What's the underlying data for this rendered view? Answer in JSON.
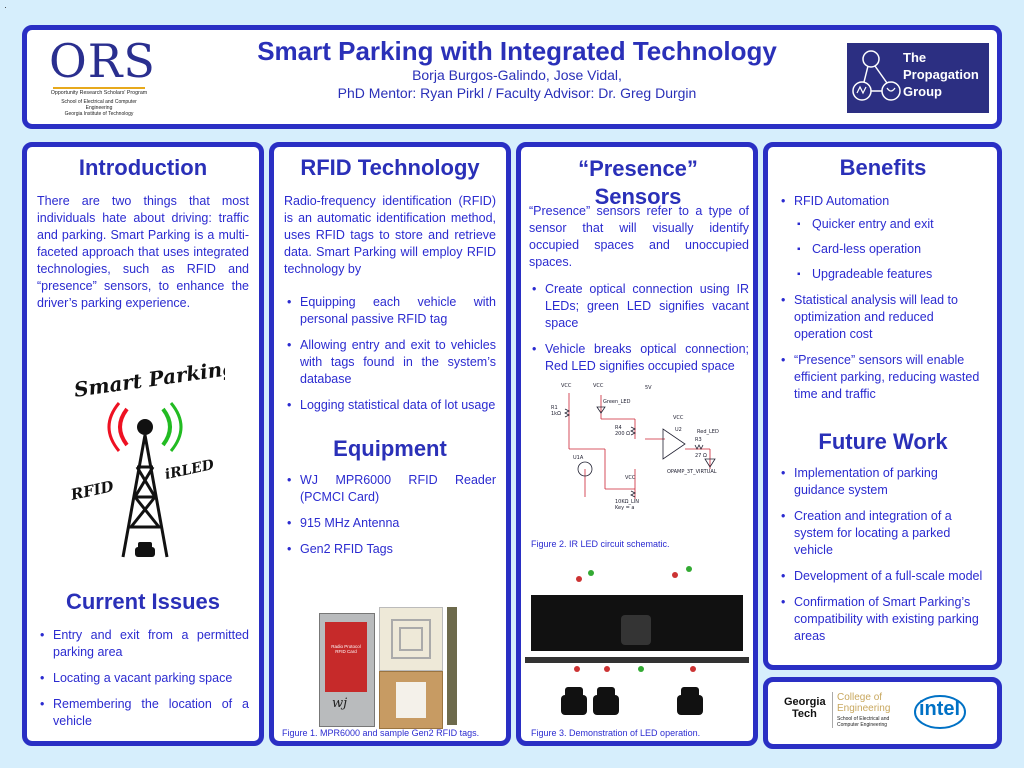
{
  "colors": {
    "border": "#2a2fc4",
    "title": "#2a30b8",
    "text": "#2b2bd0",
    "background": "#d6eefc"
  },
  "corner_mark": "·",
  "header": {
    "title": "Smart Parking with Integrated Technology",
    "authors": "Borja Burgos-Galindo, Jose Vidal,",
    "mentors": "PhD Mentor:  Ryan Pirkl / Faculty Advisor:  Dr. Greg Durgin",
    "ors_logo": {
      "letters": "ORS",
      "line1": "Opportunity Research Scholars' Program",
      "line2": "School of Electrical and Computer Engineering",
      "line3": "Georgia Institute of Technology"
    },
    "propagation_logo": {
      "line1": "The",
      "line2": "Propagation",
      "line3": "Group"
    }
  },
  "introduction": {
    "title": "Introduction",
    "text": "There are two things that most individuals hate about driving: traffic and parking. Smart Parking is a multi-faceted approach that uses integrated technologies, such as RFID and “presence” sensors, to enhance the driver’s parking experience.",
    "graphic": {
      "top": "Smart Parking",
      "left": "RFID",
      "right": "iRLED"
    }
  },
  "current_issues": {
    "title": "Current Issues",
    "items": [
      "Entry and exit from a permitted parking area",
      "Locating a vacant parking space",
      "Remembering the location of a vehicle"
    ]
  },
  "rfid": {
    "title": "RFID Technology",
    "text": "Radio-frequency identification (RFID) is an automatic identification method, uses RFID tags to store and retrieve data. Smart Parking will employ RFID technology by",
    "items": [
      "Equipping each vehicle with personal passive RFID tag",
      "Allowing entry and exit to vehicles with tags found in the system’s database",
      "Logging statistical data of lot usage"
    ]
  },
  "equipment": {
    "title": "Equipment",
    "items": [
      "WJ MPR6000 RFID Reader (PCMCI Card)",
      "915 MHz Antenna",
      "Gen2 RFID Tags"
    ],
    "caption": "Figure 1.  MPR6000 and sample Gen2 RFID tags.",
    "card_label": "Radio Protocol RFID Card",
    "card_brand": "wj"
  },
  "presence": {
    "title": "“Presence” Sensors",
    "text": "“Presence” sensors refer to a type of sensor that will visually identify occupied spaces and unoccupied spaces.",
    "items": [
      "Create optical connection using IR LEDs; green LED signifies vacant space",
      "Vehicle breaks optical connection; Red LED signifies occupied space"
    ],
    "caption2": "Figure 2.  IR LED circuit schematic.",
    "caption3": "Figure 3.  Demonstration of LED operation.",
    "schematic": {
      "vcc": "VCC",
      "r1": "R1",
      "r1v": "1kΩ",
      "green": "Green_LED",
      "r4": "R4",
      "r4v": "200 Ω",
      "u2": "U2",
      "r3": "R3",
      "r3v": "27 Ω",
      "red": "Red_LED",
      "u1a": "U1A",
      "opamp": "OPAMP_3T_VIRTUAL",
      "pot": "10KΩ_LIN",
      "key": "Key = a",
      "v5": "5V"
    }
  },
  "benefits": {
    "title": "Benefits",
    "items": [
      {
        "text": "RFID Automation",
        "sub": [
          "Quicker entry and exit",
          "Card-less operation",
          "Upgradeable features"
        ]
      },
      {
        "text": "Statistical analysis will lead to optimization and reduced operation cost",
        "sub": []
      },
      {
        "text": "“Presence” sensors will enable efficient parking, reducing wasted time and traffic",
        "sub": []
      }
    ]
  },
  "future_work": {
    "title": "Future Work",
    "items": [
      "Implementation of parking guidance system",
      "Creation and integration of a system for locating a parked vehicle",
      "Development of a full-scale model",
      "Confirmation of Smart Parking’s compatibility with existing parking areas"
    ]
  },
  "footer_logos": {
    "gt_line1": "Georgia",
    "gt_line2": "Tech",
    "coe1": "College of",
    "coe2": "Engineering",
    "ece1": "School of Electrical and",
    "ece2": "Computer Engineering",
    "intel": "intel"
  }
}
